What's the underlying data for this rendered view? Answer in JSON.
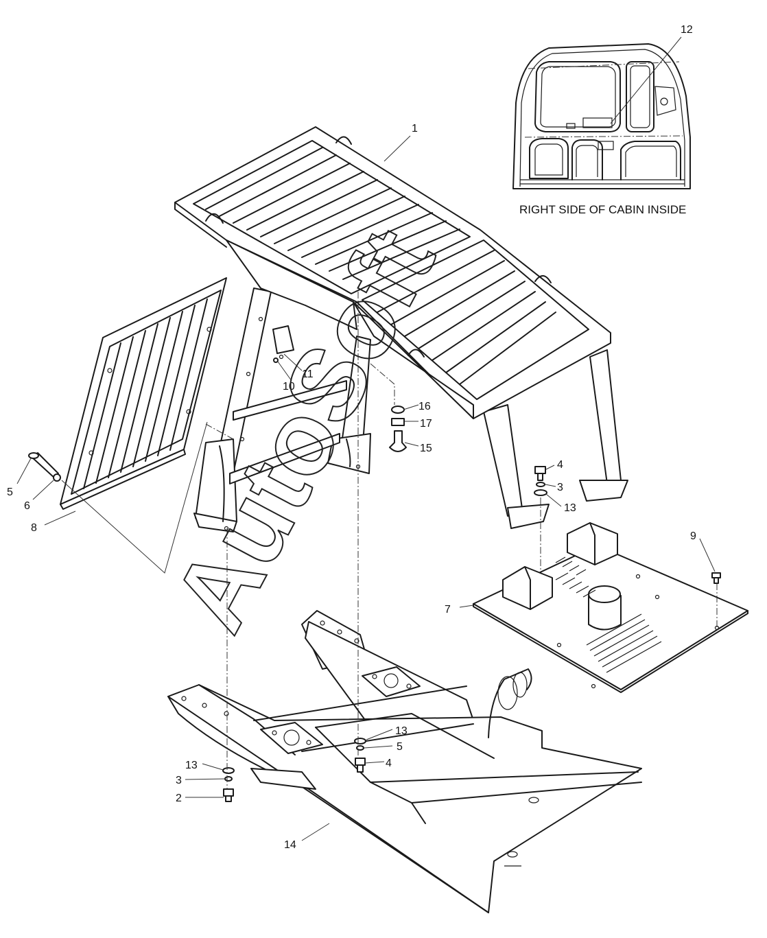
{
  "inset": {
    "caption": "RIGHT SIDE OF CABIN INSIDE",
    "callout": "12"
  },
  "watermark": "AutoSoft",
  "callouts": {
    "c1": "1",
    "c2": "2",
    "c3a": "3",
    "c3b": "3",
    "c4a": "4",
    "c4b": "4",
    "c5a": "5",
    "c5b": "5",
    "c6": "6",
    "c7": "7",
    "c8": "8",
    "c9": "9",
    "c10": "10",
    "c11": "11",
    "c13a": "13",
    "c13b": "13",
    "c13c": "13",
    "c14": "14",
    "c15": "15",
    "c16": "16",
    "c17": "17"
  }
}
